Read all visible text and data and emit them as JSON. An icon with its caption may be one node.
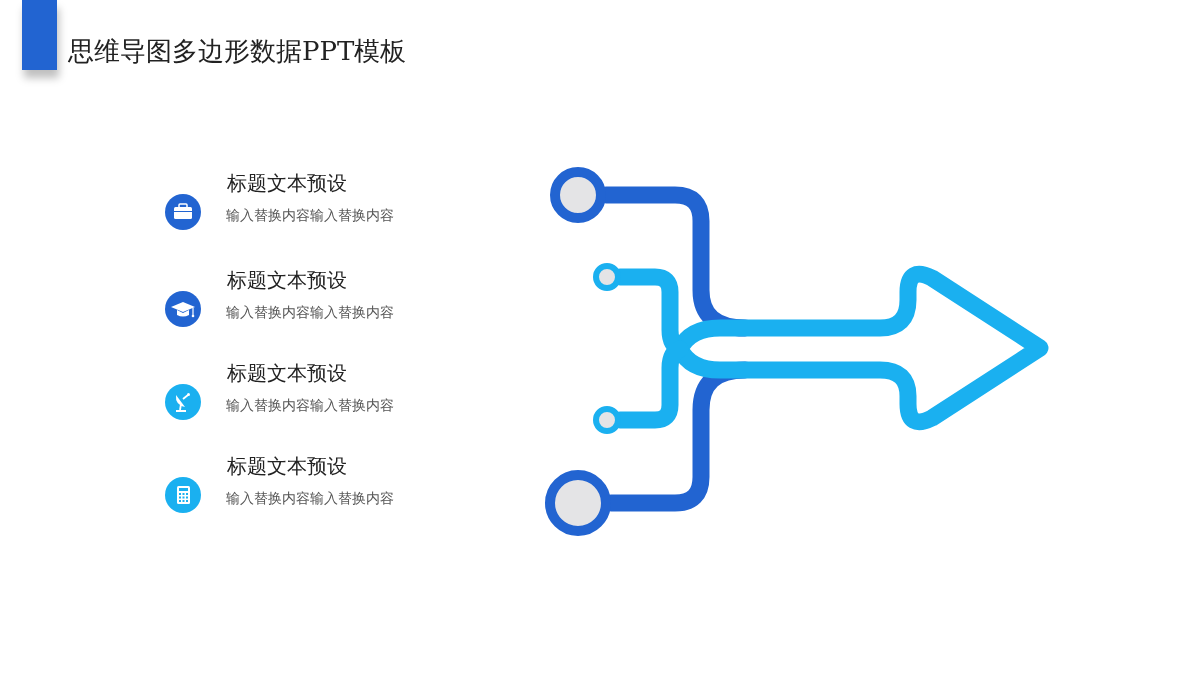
{
  "diagram": {
    "title": "思维导图多边形数据PPT模板",
    "labels": [
      "标题文本预设",
      "输入替换内容输入替换内容",
      "标题文本预设",
      "输入替换内容输入替换内容",
      "标题文本预设",
      "输入替换内容输入替换内容",
      "标题文本预设",
      "输入替换内容输入替换内容"
    ]
  }
}
